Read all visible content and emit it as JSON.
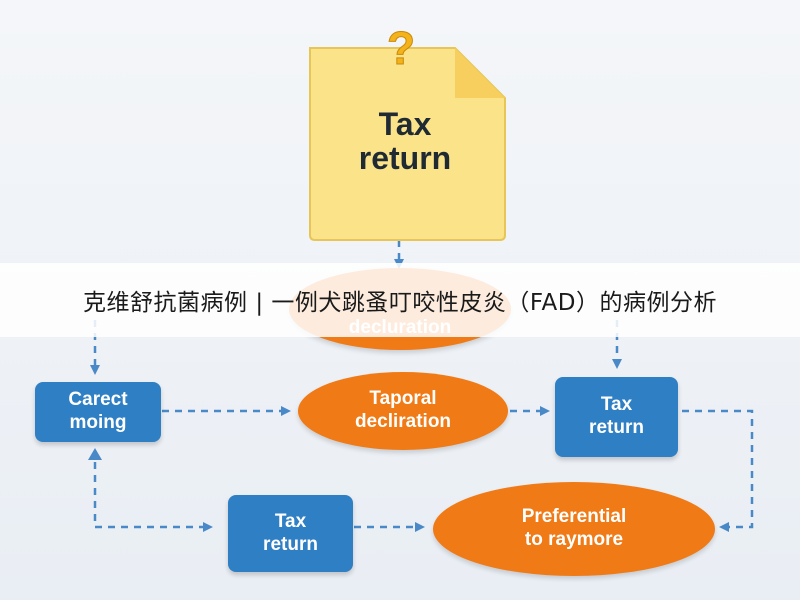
{
  "document": {
    "title": "Tax\nreturn",
    "badge": "?"
  },
  "nodes": {
    "top_oval": "decluration",
    "left_box": "Carect\nmoing",
    "center_oval": "Taporal\ndecliration",
    "right_box": "Tax\nreturn",
    "bottom_box": "Tax\nreturn",
    "bottom_oval": "Preferential\nto raymore"
  },
  "banner": {
    "text": "克维舒抗菌病例 | 一例犬跳蚤叮咬性皮炎（FAD）的病例分析"
  },
  "colors": {
    "box": "#2f7fc4",
    "oval": "#f07a15",
    "document": "#fbe38a",
    "arrow": "#4a89c8",
    "badge": "#f4b21b"
  }
}
